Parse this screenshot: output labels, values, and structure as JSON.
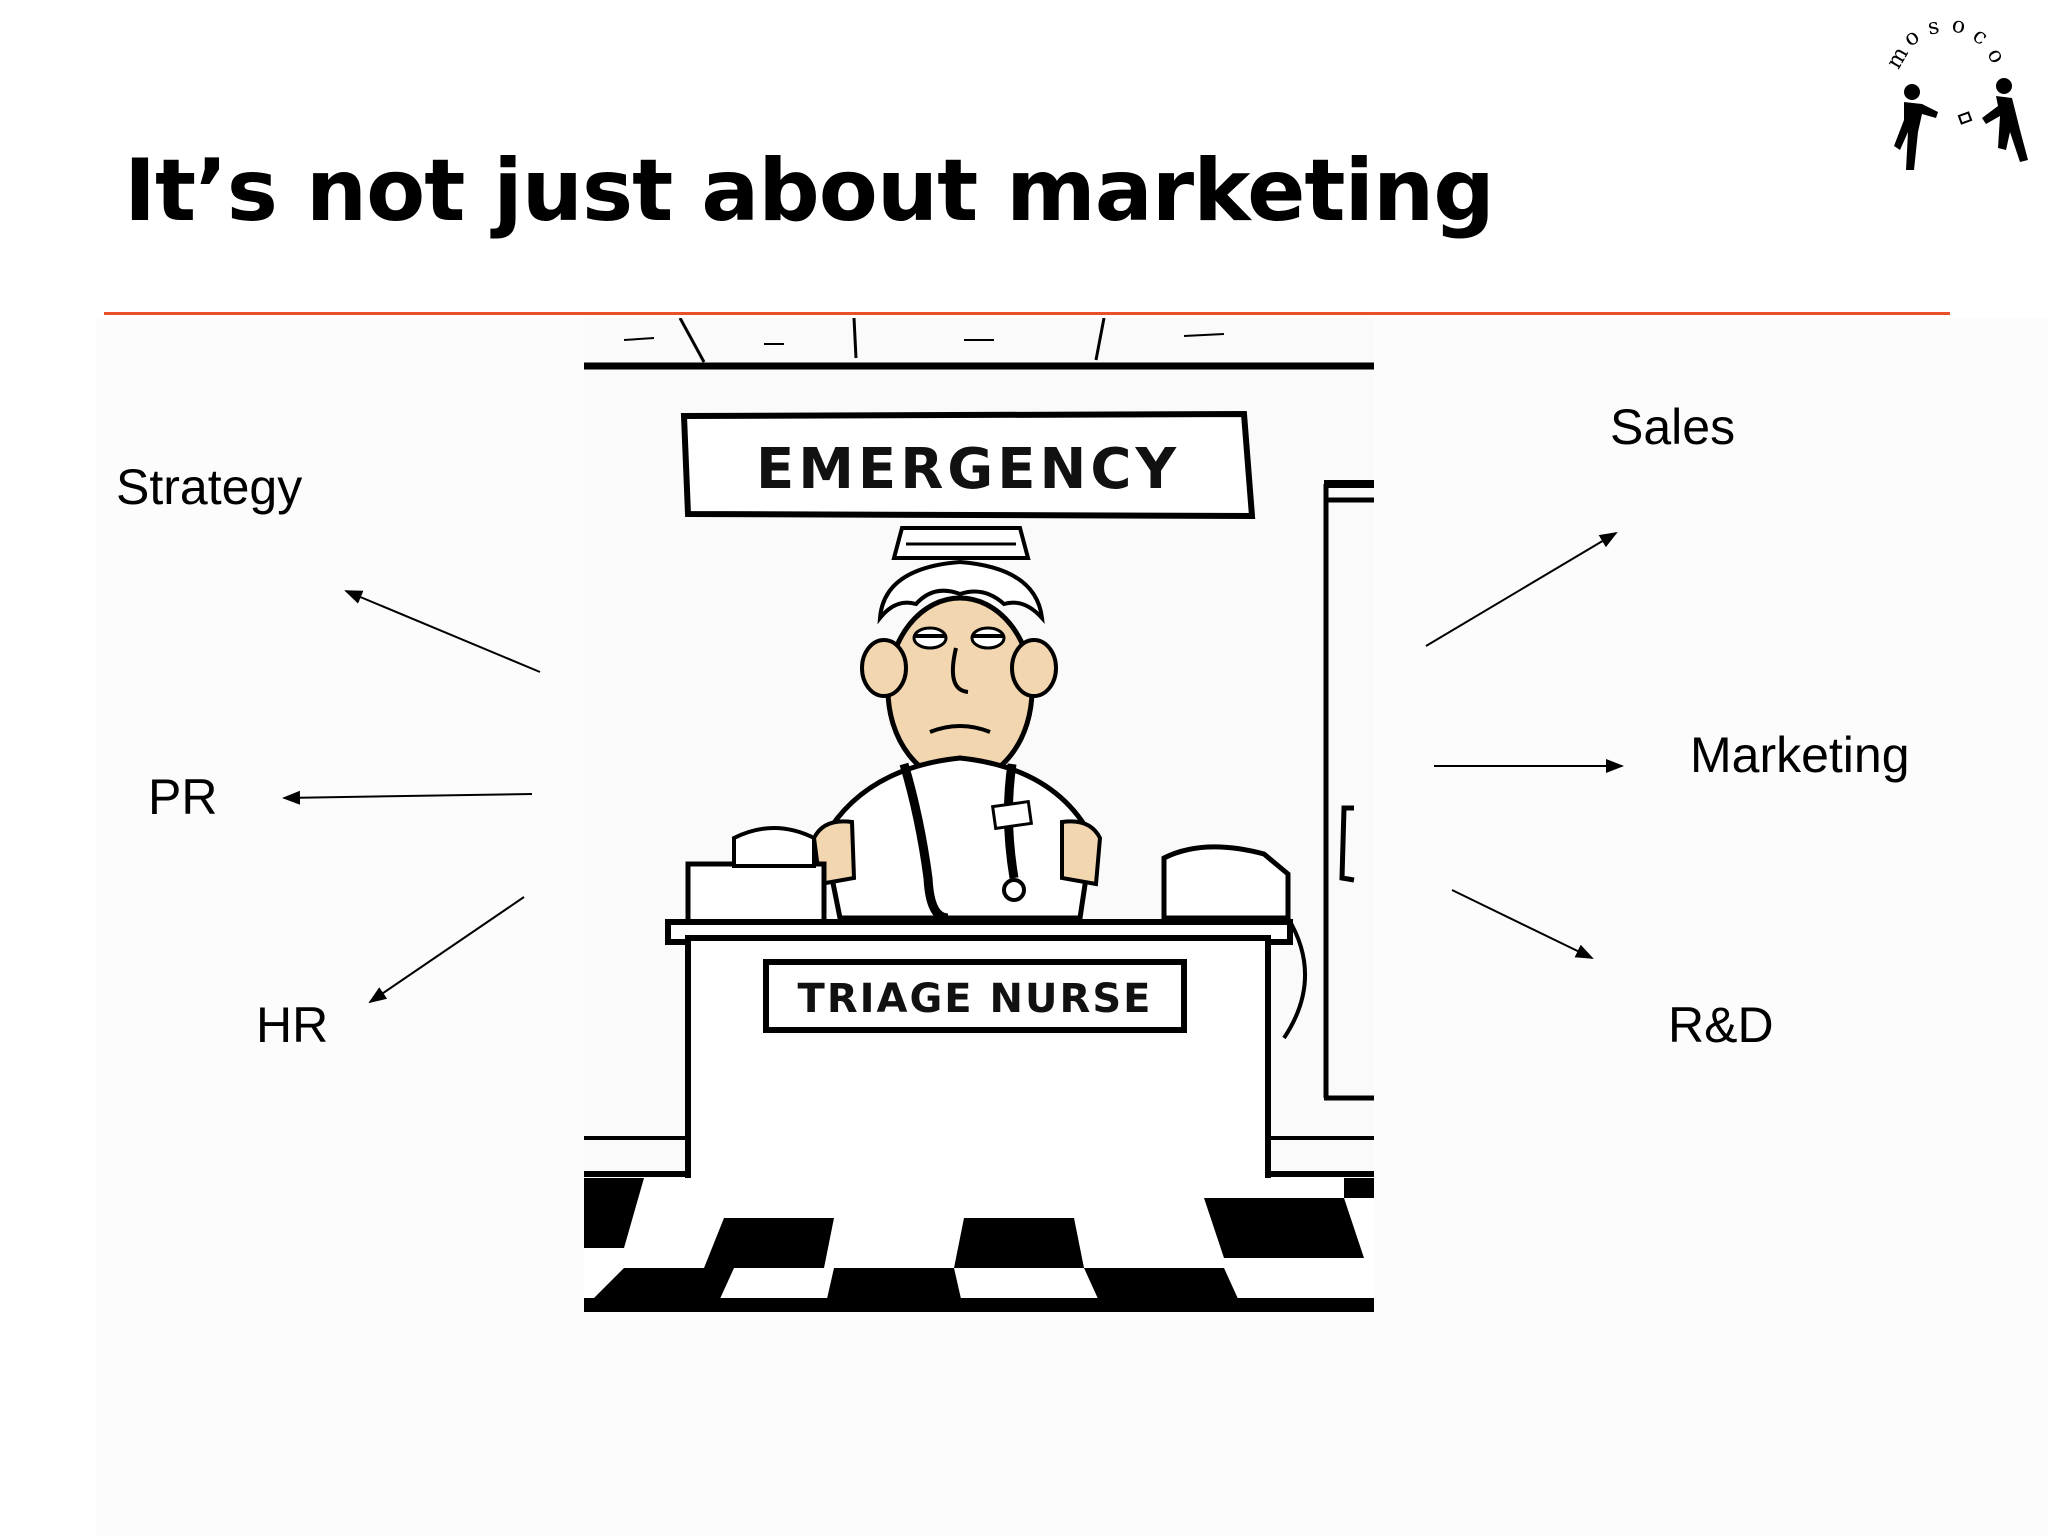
{
  "slide": {
    "title": "It’s not just about marketing"
  },
  "labels": {
    "strategy": "Strategy",
    "pr": "PR",
    "hr": "HR",
    "sales": "Sales",
    "marketing": "Marketing",
    "rd": "R&D"
  },
  "cartoon": {
    "sign": "EMERGENCY",
    "desk_sign": "TRIAGE NURSE"
  },
  "logo": {
    "letters": [
      "m",
      "o",
      "s",
      "o",
      "c",
      "o"
    ]
  },
  "colors": {
    "rule": "#e8502a",
    "text": "#000000",
    "skin": "#f1d6b0"
  }
}
